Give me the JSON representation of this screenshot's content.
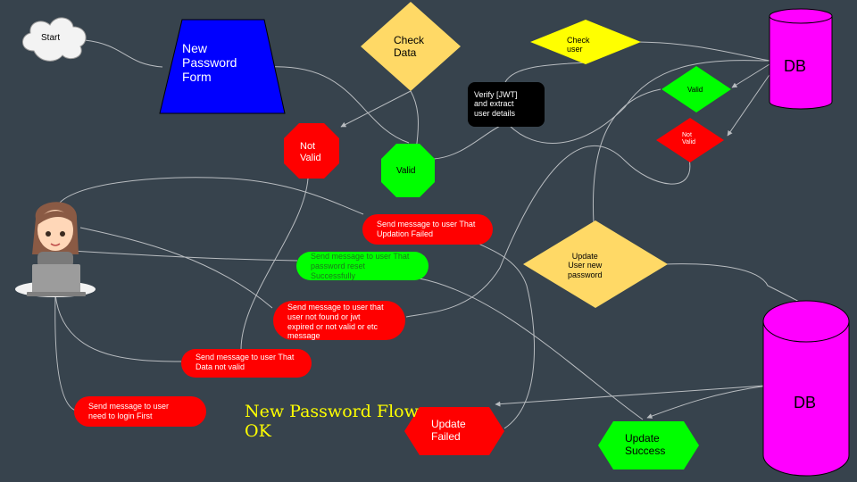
{
  "colors": {
    "background": "#37434d",
    "connector": "#b8bcc0",
    "red": "#ff0000",
    "green": "#00ff00",
    "yellow": "#ffff00",
    "orange": "#ffd966",
    "blue": "#0000ff",
    "magenta": "#ff00ff",
    "black": "#000000",
    "cloud": "#f3f3f3"
  },
  "nodes": {
    "start": "Start",
    "new_password_form": "New\nPassword\nForm",
    "check_data": "Check\nData",
    "not_valid_1": "Not\nValid",
    "valid_1": "Valid",
    "verify_jwt": "Verify [JWT]\nand extract\nuser details",
    "check_user": "Check\nuser",
    "valid_2": "Valid",
    "not_valid_2": "Not\nValid",
    "db_top": "DB",
    "db_bottom": "DB",
    "update_password": "Update\nUser new\npassword",
    "update_failed": "Update\nFailed",
    "update_success": "Update\nSuccess"
  },
  "messages": {
    "updation_failed": "Send message to user That\nUpdation Failed",
    "reset_success": "Send message to user That\npassword reset\nSuccessfully",
    "user_not_found": "Send message to user that\nuser not found  or jwt\nexpired or not valid or etc\nmessage",
    "data_not_valid": "Send message to user That\nData not valid",
    "login_first": "Send message to user\nneed to login First"
  },
  "title": "New Password Flow\nOK",
  "icons": {
    "user": "user-at-laptop-icon"
  }
}
